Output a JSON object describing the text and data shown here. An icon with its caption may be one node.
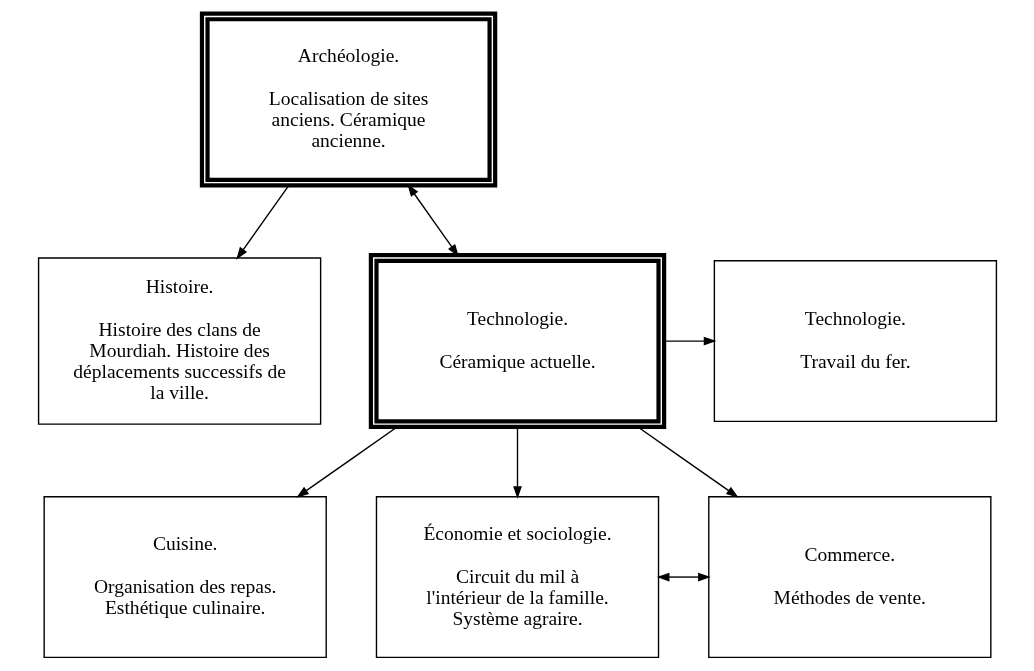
{
  "diagram": {
    "nodes": [
      {
        "text": [
          "Archéologie.",
          "Localisation de sites anciens. Céramique ancienne."
        ]
      },
      {
        "text": [
          "Histoire.",
          "Histoire des clans de Mourdiah. Histoire des déplacements successifs de la ville."
        ]
      },
      {
        "text": [
          "Technologie.",
          "Céramique actuelle."
        ]
      },
      {
        "text": [
          "Technologie.",
          "Travail du fer."
        ]
      },
      {
        "text": [
          "Cuisine.",
          "Organisation des repas. Esthétique culinaire."
        ]
      },
      {
        "text": [
          "Économie et sociologie.",
          "Circuit du mil à l'intérieur de la famille. Système agraire."
        ]
      },
      {
        "text": [
          "Commerce.",
          "Méthodes de vente."
        ]
      }
    ],
    "edges": [
      {
        "from": 2,
        "to": 0,
        "arrow": "both"
      },
      {
        "from": 0,
        "to": 1,
        "arrow": "to"
      },
      {
        "from": 2,
        "to": 3,
        "arrow": "to"
      },
      {
        "from": 2,
        "to": 4,
        "arrow": "to"
      },
      {
        "from": 2,
        "to": 5,
        "arrow": "to"
      },
      {
        "from": 2,
        "to": 6,
        "arrow": "to"
      },
      {
        "from": 5,
        "to": 6,
        "arrow": "both"
      }
    ]
  }
}
